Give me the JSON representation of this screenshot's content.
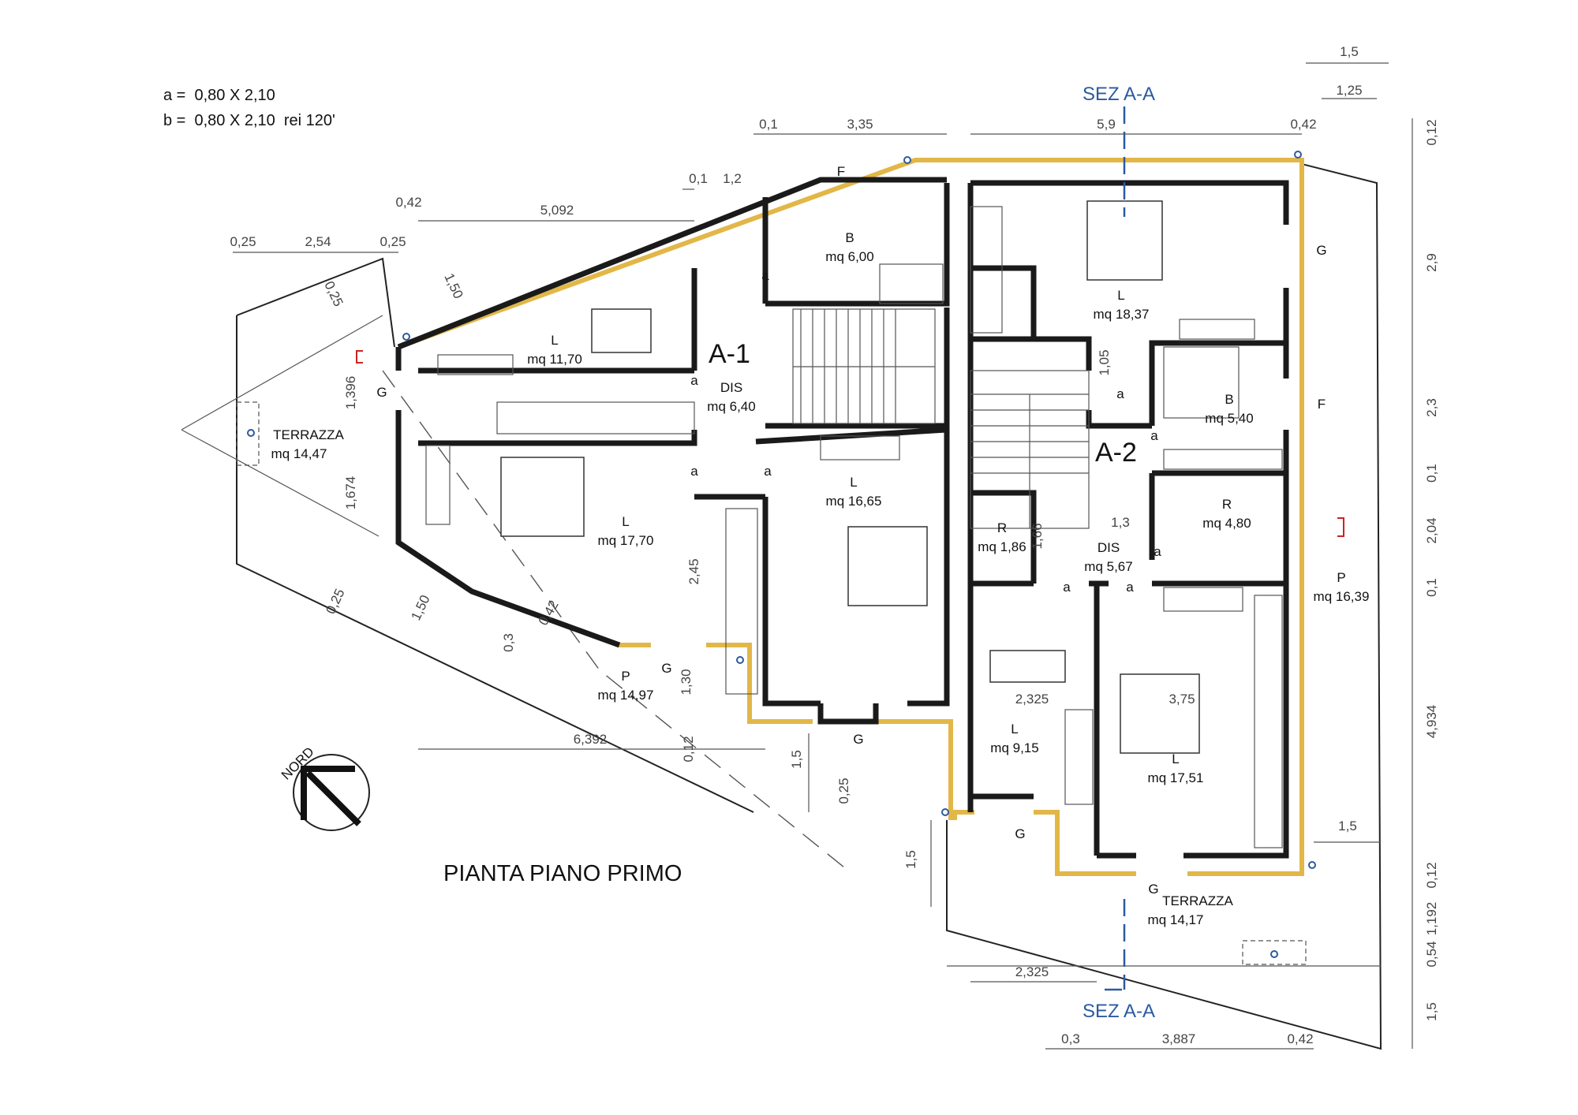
{
  "legend": {
    "line_a": "a =  0,80 X 2,10",
    "line_b": "b =  0,80 X 2,10  rei 120'"
  },
  "title": "PIANTA PIANO PRIMO",
  "north": "NORD",
  "section": "SEZ A-A",
  "colors": {
    "exterior_wall": "#e2b748",
    "section_line": "#2c5aa0",
    "marker": "#cc2222"
  },
  "units": {
    "a1": "A-1",
    "a2": "A-2"
  },
  "rooms": {
    "a1_b": {
      "code": "B",
      "area": "mq 6,00"
    },
    "a1_l_nw": {
      "code": "L",
      "area": "mq 11,70"
    },
    "a1_dis": {
      "code": "DIS",
      "area": "mq 6,40"
    },
    "a1_l_sw": {
      "code": "L",
      "area": "mq 17,70"
    },
    "a1_l_se": {
      "code": "L",
      "area": "mq 16,65"
    },
    "a1_p": {
      "code": "P",
      "area": "mq 14,97"
    },
    "terrazza_w": {
      "code": "TERRAZZA",
      "area": "mq 14,47"
    },
    "a2_l_n": {
      "code": "L",
      "area": "mq 18,37"
    },
    "a2_b": {
      "code": "B",
      "area": "mq 5,40"
    },
    "a2_r_e": {
      "code": "R",
      "area": "mq 4,80"
    },
    "a2_r_w": {
      "code": "R",
      "area": "mq 1,86"
    },
    "a2_dis": {
      "code": "DIS",
      "area": "mq 5,67"
    },
    "a2_l_sw": {
      "code": "L",
      "area": "mq 9,15"
    },
    "a2_l_se": {
      "code": "L",
      "area": "mq 17,51"
    },
    "a2_p": {
      "code": "P",
      "area": "mq 16,39"
    },
    "terrazza_s": {
      "code": "TERRAZZA",
      "area": "mq 14,17"
    }
  },
  "window_tags": {
    "F": "F",
    "G": "G",
    "a": "a"
  },
  "dims": {
    "d_1_5": "1,5",
    "d_1_25": "1,25",
    "d_0_1": "0,1",
    "d_3_35": "3,35",
    "d_5_9": "5,9",
    "d_0_42": "0,42",
    "d_1_2": "1,2",
    "d_5_092": "5,092",
    "d_0_25": "0,25",
    "d_2_54": "2,54",
    "d_1_50": "1,50",
    "d_1_396": "1,396",
    "d_1_674": "1,674",
    "d_6_392": "6,392",
    "d_0_12": "0,12",
    "d_1_30": "1,30",
    "d_2_45": "2,45",
    "d_0_3": "0,3",
    "d_2_325": "2,325",
    "d_3_887": "3,887",
    "d_1_05": "1,05",
    "d_1_3": "1,3",
    "d_1_66": "1,66",
    "d_2_9": "2,9",
    "d_2_3": "2,3",
    "d_2_04": "2,04",
    "d_4_934": "4,934",
    "d_1_192": "1,192",
    "d_0_54": "0,54",
    "d_3_75": "3,75"
  }
}
